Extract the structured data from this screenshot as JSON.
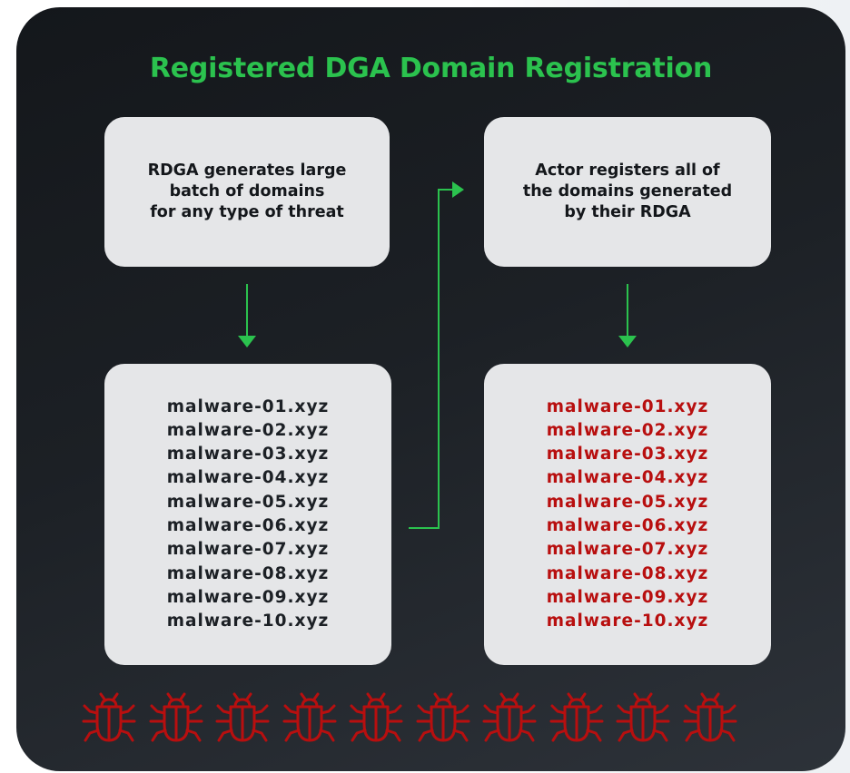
{
  "title": "Registered DGA Domain Registration",
  "steps": {
    "generate": [
      "RDGA generates large",
      "batch of domains",
      "for any type of threat"
    ],
    "register": [
      "Actor registers all of",
      "the domains generated",
      "by their RDGA"
    ]
  },
  "generated_domains": [
    "malware-01.xyz",
    "malware-02.xyz",
    "malware-03.xyz",
    "malware-04.xyz",
    "malware-05.xyz",
    "malware-06.xyz",
    "malware-07.xyz",
    "malware-08.xyz",
    "malware-09.xyz",
    "malware-10.xyz"
  ],
  "registered_domains": [
    "malware-01.xyz",
    "malware-02.xyz",
    "malware-03.xyz",
    "malware-04.xyz",
    "malware-05.xyz",
    "malware-06.xyz",
    "malware-07.xyz",
    "malware-08.xyz",
    "malware-09.xyz",
    "malware-10.xyz"
  ],
  "bug_icons": [
    "bug-icon",
    "bug-icon",
    "bug-icon",
    "bug-icon",
    "bug-icon",
    "bug-icon",
    "bug-icon",
    "bug-icon",
    "bug-icon",
    "bug-icon"
  ],
  "colors": {
    "accent_green": "#2bc24e",
    "malware_red": "#b80f0f",
    "box_bg": "#e5e6e8",
    "panel_bg": "#1c2025"
  }
}
